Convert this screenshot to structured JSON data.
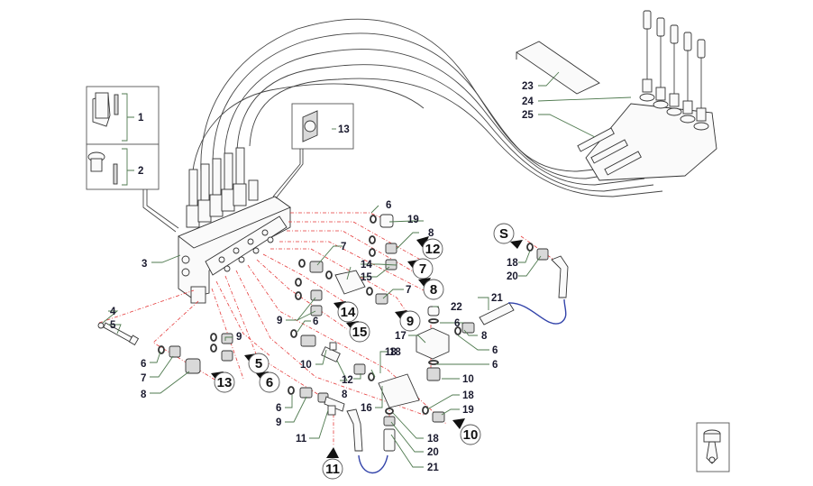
{
  "diagram": {
    "title": "Hydraulic control valve exploded parts diagram",
    "colors": {
      "label_text": "#1a1a2e",
      "leader_line": "#4f7a4f",
      "hydraulic_path": "#e53a3a",
      "flex_hose": "#3344aa",
      "outline": "#333333"
    },
    "inset_boxes": [
      {
        "id": "kit-1",
        "label": "1"
      },
      {
        "id": "kit-2",
        "label": "2"
      },
      {
        "id": "sticker",
        "label": "13"
      },
      {
        "id": "piston",
        "label": ""
      }
    ],
    "labels": {
      "l1": "1",
      "l2": "2",
      "l3": "3",
      "l4": "4",
      "l5": "5",
      "l6a": "6",
      "l7a": "7",
      "l8a": "8",
      "l9a": "9",
      "l13": "13",
      "l6b": "6",
      "l19a": "19",
      "l8b": "8",
      "l14": "14",
      "l15": "15",
      "l7b": "7",
      "l7c": "7",
      "l9b": "9",
      "l6c": "6",
      "l22": "22",
      "l6d": "6",
      "l8c": "8",
      "l6e": "6",
      "l17": "17",
      "l6f": "6",
      "l10a": "10",
      "l18a": "18",
      "l18b": "18",
      "l20a": "20",
      "l21a": "21",
      "l10b": "10",
      "l12": "12",
      "l8d": "8",
      "l18c": "18",
      "l6g": "6",
      "l9c": "9",
      "l11": "11",
      "l16": "16",
      "l18d": "18",
      "l20b": "20",
      "l21b": "21",
      "l18e": "18",
      "l19b": "19",
      "l23": "23",
      "l24": "24",
      "l25": "25"
    },
    "callouts": [
      {
        "id": "c12",
        "text": "12"
      },
      {
        "id": "c7",
        "text": "7"
      },
      {
        "id": "c8",
        "text": "8"
      },
      {
        "id": "c14",
        "text": "14"
      },
      {
        "id": "c15",
        "text": "15"
      },
      {
        "id": "c9",
        "text": "9"
      },
      {
        "id": "c5",
        "text": "5"
      },
      {
        "id": "c6",
        "text": "6"
      },
      {
        "id": "c13",
        "text": "13"
      },
      {
        "id": "c11",
        "text": "11"
      },
      {
        "id": "c10",
        "text": "10"
      },
      {
        "id": "cS",
        "text": "S"
      }
    ]
  }
}
